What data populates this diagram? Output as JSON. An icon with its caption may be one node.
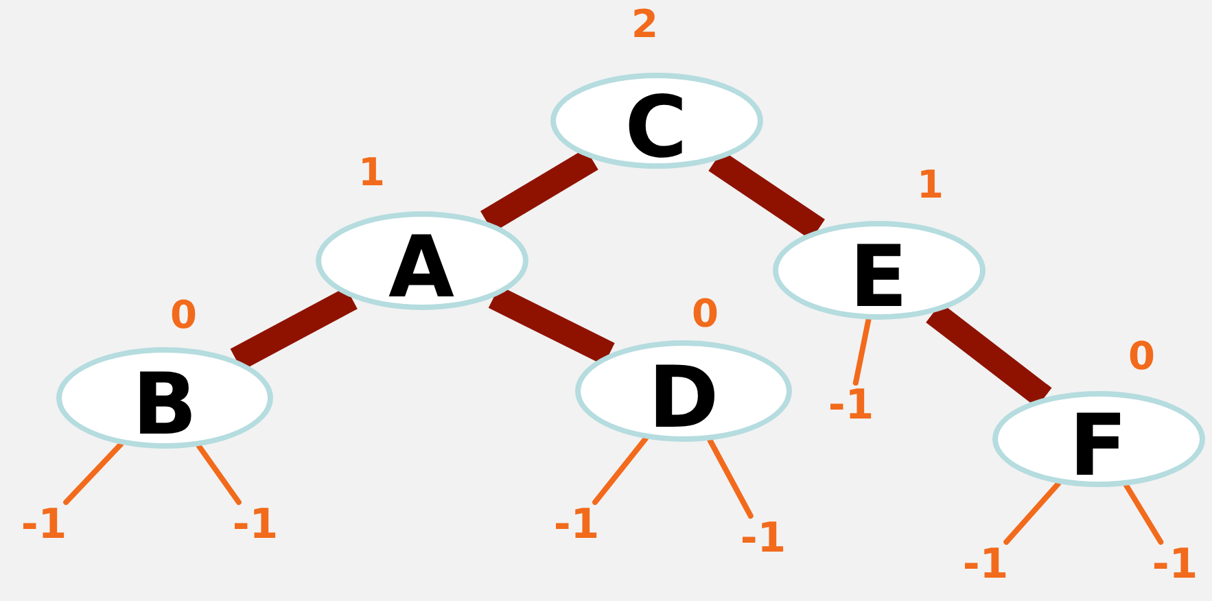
{
  "diagram": {
    "nodes": [
      {
        "text": [
          "C"
        ],
        "beside": [
          "2"
        ]
      },
      {
        "text": [
          "A"
        ],
        "beside": [
          "1"
        ]
      },
      {
        "text": [
          "E"
        ],
        "beside": [
          "1"
        ]
      },
      {
        "text": [
          "B"
        ],
        "beside": [
          "0"
        ]
      },
      {
        "text": [
          "D"
        ],
        "beside": [
          "0"
        ]
      },
      {
        "text": [
          "F"
        ],
        "beside": [
          "0"
        ]
      },
      {
        "text": [
          "-1"
        ]
      },
      {
        "text": [
          "-1"
        ]
      },
      {
        "text": [
          "-1"
        ]
      },
      {
        "text": [
          "-1"
        ]
      },
      {
        "text": [
          "-1"
        ]
      },
      {
        "text": [
          "-1"
        ]
      },
      {
        "text": [
          "-1"
        ]
      }
    ],
    "edges": [
      {
        "from": 0,
        "to": 1,
        "arrow": "none",
        "style": "thick",
        "color": "#8f1200"
      },
      {
        "from": 0,
        "to": 2,
        "arrow": "none",
        "style": "thick",
        "color": "#8f1200"
      },
      {
        "from": 1,
        "to": 3,
        "arrow": "none",
        "style": "thick",
        "color": "#8f1200"
      },
      {
        "from": 1,
        "to": 4,
        "arrow": "none",
        "style": "thick",
        "color": "#8f1200"
      },
      {
        "from": 2,
        "to": 5,
        "arrow": "none",
        "style": "thick",
        "color": "#8f1200"
      },
      {
        "from": 3,
        "to": 6,
        "arrow": "none"
      },
      {
        "from": 3,
        "to": 7,
        "arrow": "none"
      },
      {
        "from": 4,
        "to": 8,
        "arrow": "none"
      },
      {
        "from": 4,
        "to": 9,
        "arrow": "none"
      },
      {
        "from": 2,
        "to": 10,
        "arrow": "none"
      },
      {
        "from": 5,
        "to": 11,
        "arrow": "none"
      },
      {
        "from": 5,
        "to": 12,
        "arrow": "none"
      }
    ]
  }
}
